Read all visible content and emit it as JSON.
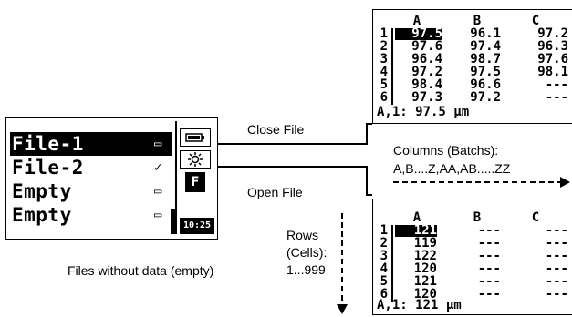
{
  "files": [
    {
      "name": "File-1",
      "selected": true,
      "mark": "▭"
    },
    {
      "name": "File-2",
      "selected": false,
      "mark": "✓"
    },
    {
      "name": "Empty",
      "selected": false,
      "mark": "▭"
    },
    {
      "name": "Empty",
      "selected": false,
      "mark": "▭"
    }
  ],
  "status": {
    "time": "10:25",
    "letter": "F"
  },
  "labels": {
    "close_file": "Close File",
    "open_file": "Open File",
    "columns_title": "Columns (Batchs):",
    "columns_range": "A,B....Z,AA,AB.....ZZ",
    "rows_title": "Rows",
    "rows_sub": "(Cells):",
    "rows_range": "1...999",
    "files_empty": "Files without data (empty)"
  },
  "table1": {
    "headers": [
      "A",
      "B",
      "C"
    ],
    "rows": [
      [
        "1",
        "97.5",
        "96.1",
        "97.2"
      ],
      [
        "2",
        "97.6",
        "97.4",
        "96.3"
      ],
      [
        "3",
        "96.4",
        "98.7",
        "97.6"
      ],
      [
        "4",
        "97.2",
        "97.5",
        "98.1"
      ],
      [
        "5",
        "98.4",
        "96.6",
        "---"
      ],
      [
        "6",
        "97.3",
        "97.2",
        "---"
      ]
    ],
    "status": "A,1: 97.5 μm"
  },
  "table2": {
    "headers": [
      "A",
      "B",
      "C"
    ],
    "rows": [
      [
        "1",
        "121",
        "---",
        "---"
      ],
      [
        "2",
        "119",
        "---",
        "---"
      ],
      [
        "3",
        "122",
        "---",
        "---"
      ],
      [
        "4",
        "120",
        "---",
        "---"
      ],
      [
        "5",
        "121",
        "---",
        "---"
      ],
      [
        "6",
        "120",
        "---",
        "---"
      ]
    ],
    "status": "A,1: 121 μm"
  }
}
